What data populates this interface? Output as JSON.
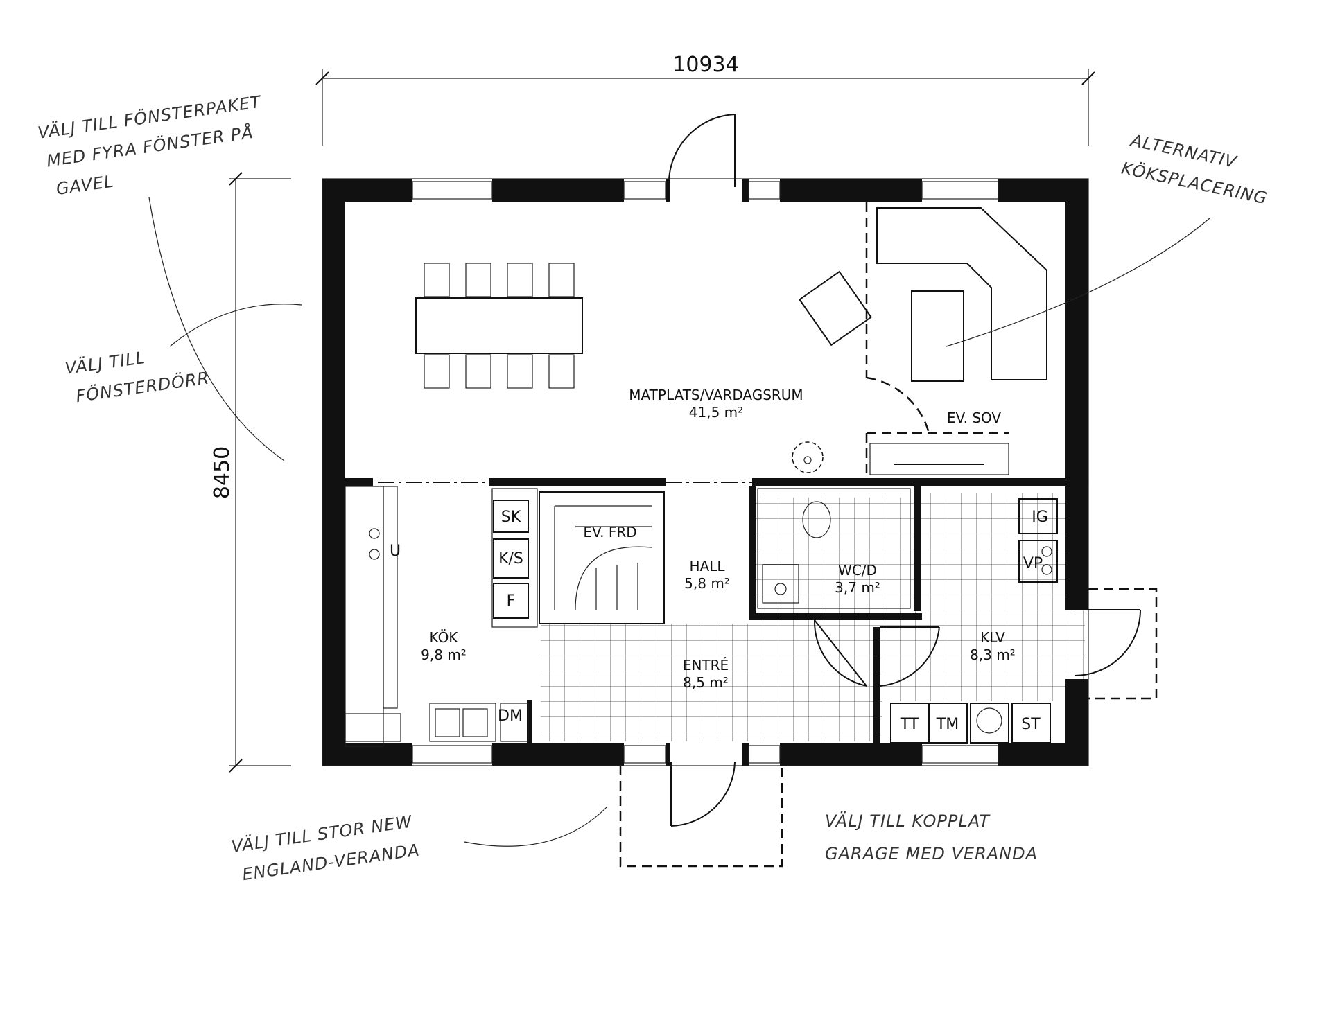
{
  "dimensions": {
    "width": "10934",
    "height": "8450"
  },
  "rooms": {
    "living": {
      "name": "MATPLATS/VARDAGSRUM",
      "area": "41,5 m²"
    },
    "ev_sov": {
      "name": "EV. SOV"
    },
    "ev_fr": {
      "name": "EV. FRD"
    },
    "hall": {
      "name": "HALL",
      "area": "5,8 m²"
    },
    "wc": {
      "name": "WC/D",
      "area": "3,7 m²"
    },
    "kok": {
      "name": "KÖK",
      "area": "9,8 m²"
    },
    "entre": {
      "name": "ENTRÉ",
      "area": "8,5 m²"
    },
    "klv": {
      "name": "KLV",
      "area": "8,3 m²"
    }
  },
  "fixtures": {
    "sk": "SK",
    "ks": "K/S",
    "f": "F",
    "u": "U",
    "dm": "DM",
    "ig": "IG",
    "vp": "VP",
    "tt": "TT",
    "tm": "TM",
    "st": "ST"
  },
  "notes": {
    "fonsterpaket": [
      "VÄLJ TILL FÖNSTERPAKET",
      "MED FYRA FÖNSTER PÅ",
      "GAVEL"
    ],
    "fonsterdorr": [
      "VÄLJ TILL",
      "FÖNSTERDÖRR"
    ],
    "alternativ": [
      "ALTERNATIV",
      "KÖKSPLACERING"
    ],
    "veranda": [
      "VÄLJ TILL STOR NEW",
      "ENGLAND-VERANDA"
    ],
    "garage": [
      "VÄLJ TILL KOPPLAT",
      "GARAGE MED VERANDA"
    ]
  }
}
